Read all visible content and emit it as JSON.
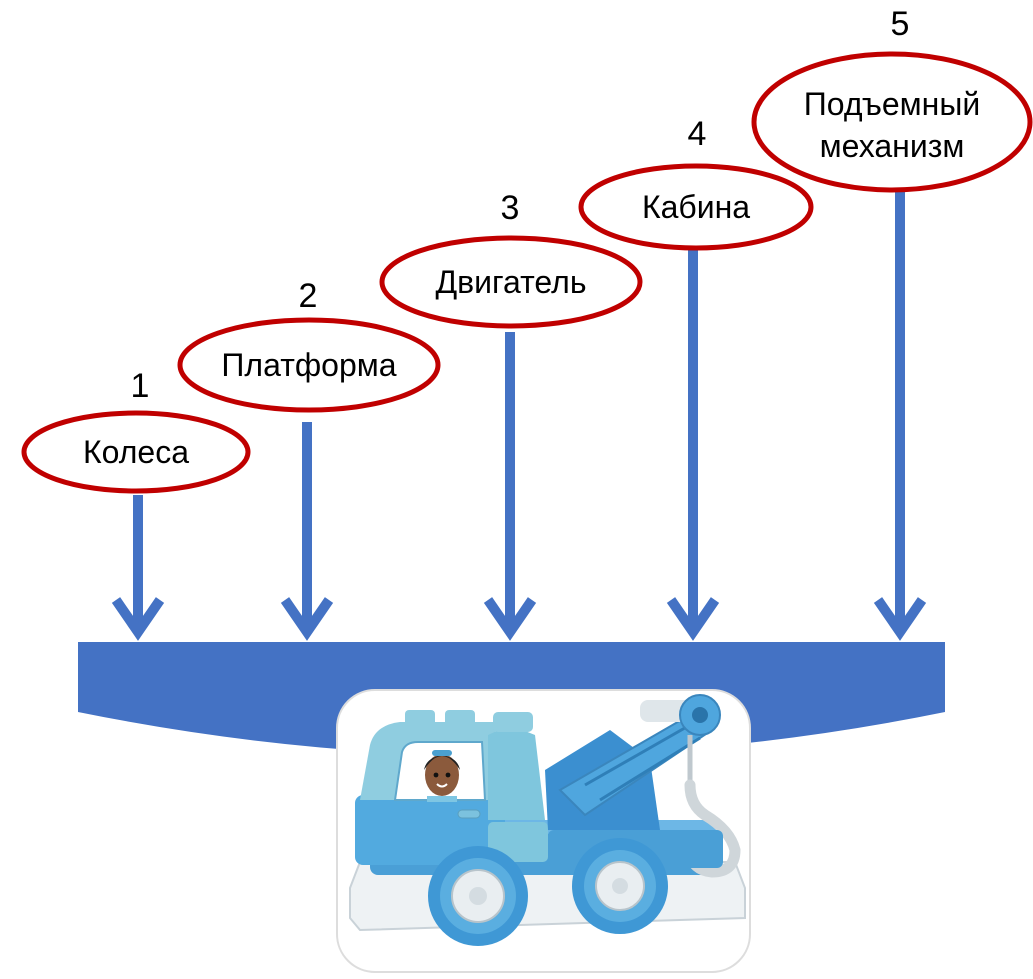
{
  "steps": [
    {
      "number": "1",
      "label_lines": [
        "Колеса"
      ]
    },
    {
      "number": "2",
      "label_lines": [
        "Платформа"
      ]
    },
    {
      "number": "3",
      "label_lines": [
        "Двигатель"
      ]
    },
    {
      "number": "4",
      "label_lines": [
        "Кабина"
      ]
    },
    {
      "number": "5",
      "label_lines": [
        "Подъемный",
        "механизм"
      ]
    }
  ],
  "colors": {
    "ellipse_stroke": "#c00000",
    "arrow": "#4472c4",
    "base": "#4472c4"
  },
  "image": {
    "icon": "tow-truck-toy-icon"
  }
}
